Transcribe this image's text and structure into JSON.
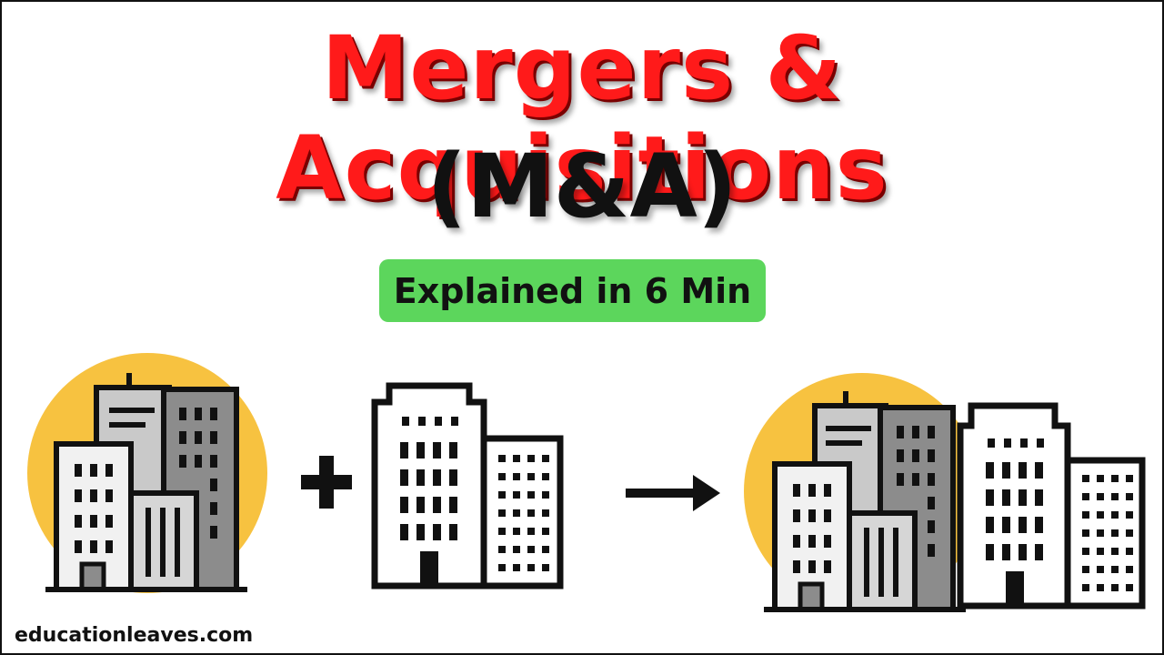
{
  "title": "Mergers & Acquisitions",
  "subtitle": "(M&A)",
  "badge": "Explained in 6 Min",
  "footer": "educationleaves.com",
  "colors": {
    "title": "#ff1a1a",
    "badge": "#5cd65c",
    "sun": "#f7c240",
    "building_gray": "#b5b5b5",
    "building_dark_gray": "#8c8c8c",
    "building_light": "#f1f1f1",
    "outline": "#111111"
  },
  "icons": {
    "left": "city-buildings-icon",
    "plus": "plus-icon",
    "middle": "office-buildings-icon",
    "arrow": "arrow-right-icon",
    "right": "merged-city-buildings-icon"
  }
}
